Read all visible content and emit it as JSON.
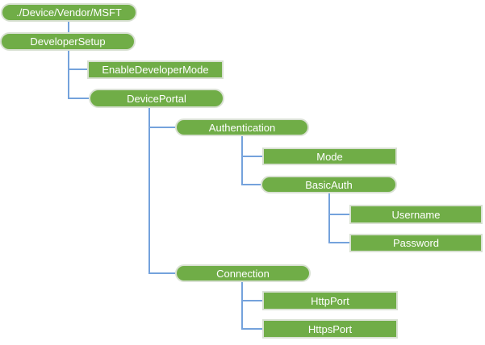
{
  "diagram": {
    "type": "tree",
    "description": "Configuration service provider node tree"
  },
  "colors": {
    "node_fill": "#70AD47",
    "node_text": "#FFFFFF",
    "node_border": "#D9E1D3",
    "connector": "#74A2DC",
    "background": "#FFFFFF"
  },
  "nodes": [
    {
      "label": "./Device/Vendor/MSFT",
      "shape": "pill",
      "depth": 0
    },
    {
      "label": "DeveloperSetup",
      "shape": "pill",
      "depth": 1
    },
    {
      "label": "EnableDeveloperMode",
      "shape": "rect",
      "depth": 2
    },
    {
      "label": "DevicePortal",
      "shape": "pill",
      "depth": 2
    },
    {
      "label": "Authentication",
      "shape": "pill",
      "depth": 3
    },
    {
      "label": "Mode",
      "shape": "rect",
      "depth": 4
    },
    {
      "label": "BasicAuth",
      "shape": "pill",
      "depth": 4
    },
    {
      "label": "Username",
      "shape": "rect",
      "depth": 5
    },
    {
      "label": "Password",
      "shape": "rect",
      "depth": 5
    },
    {
      "label": "Connection",
      "shape": "pill",
      "depth": 3
    },
    {
      "label": "HttpPort",
      "shape": "rect",
      "depth": 4
    },
    {
      "label": "HttpsPort",
      "shape": "rect",
      "depth": 4
    }
  ],
  "hierarchy": {
    "label": "./Device/Vendor/MSFT",
    "children": [
      {
        "label": "DeveloperSetup",
        "children": [
          {
            "label": "EnableDeveloperMode"
          },
          {
            "label": "DevicePortal",
            "children": [
              {
                "label": "Authentication",
                "children": [
                  {
                    "label": "Mode"
                  },
                  {
                    "label": "BasicAuth",
                    "children": [
                      {
                        "label": "Username"
                      },
                      {
                        "label": "Password"
                      }
                    ]
                  }
                ]
              },
              {
                "label": "Connection",
                "children": [
                  {
                    "label": "HttpPort"
                  },
                  {
                    "label": "HttpsPort"
                  }
                ]
              }
            ]
          }
        ]
      }
    ]
  }
}
